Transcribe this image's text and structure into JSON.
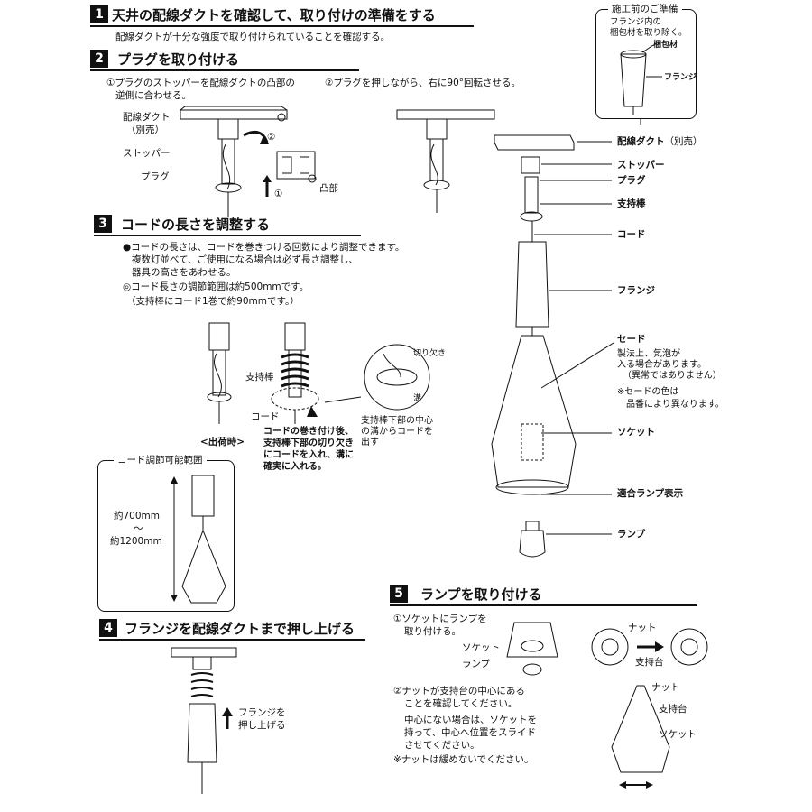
{
  "steps": {
    "s1": {
      "num": "1",
      "title": "天井の配線ダクトを確認して、取り付けの準備をする",
      "desc": "配線ダクトが十分な強度で取り付けられていることを確認する。"
    },
    "s2": {
      "num": "2",
      "title": "プラグを取り付ける",
      "instr1a": "①プラグのストッパーを配線ダクトの凸部の",
      "instr1b": "逆側に合わせる。",
      "instr2": "②プラグを押しながら、右に90°回転させる。",
      "lbl_duct": "配線ダクト",
      "lbl_bessho": "（別売）",
      "lbl_stopper": "ストッパー",
      "lbl_plug": "プラグ",
      "lbl_convex": "凸部",
      "mark1": "①",
      "mark2": "②"
    },
    "s3": {
      "num": "3",
      "title": "コードの長さを調整する",
      "b1": "●コードの長さは、コードを巻きつける回数により調整できます。",
      "b2": "複数灯並べて、ご使用になる場合は必ず長さ調整し、",
      "b3": "器具の高さをあわせる。",
      "b4": "◎コード長さの調節範囲は約500mmです。",
      "b5": "（支持棒にコード1巻で約90mmです。）",
      "lbl_rod": "支持棒",
      "lbl_cord": "コード",
      "lbl_ship": "<出荷時>",
      "lbl_notch": "切り欠き",
      "lbl_groove": "溝",
      "note1": "コードの巻き付け後、",
      "note2": "支持棒下部の切り欠き",
      "note3": "にコードを入れ、溝に",
      "note4": "確実に入れる。",
      "detail1": "支持棒下部の中心",
      "detail2": "の溝からコードを",
      "detail3": "出す",
      "range_title": "コード調節可能範囲",
      "range_min": "約700mm",
      "range_sep": "〜",
      "range_max": "約1200mm"
    },
    "s4": {
      "num": "4",
      "title": "フランジを配線ダクトまで押し上げる",
      "push1": "フランジを",
      "push2": "押し上げる"
    },
    "s5": {
      "num": "5",
      "title": "ランプを取り付ける",
      "i1a": "①ソケットにランプを",
      "i1b": "取り付ける。",
      "lbl_socket": "ソケット",
      "lbl_lamp": "ランプ",
      "i2a": "②ナットが支持台の中心にある",
      "i2b": "ことを確認してください。",
      "i3a": "中心にない場合は、ソケットを",
      "i3b": "持って、中心へ位置をスライド",
      "i3c": "させてください。",
      "i4": "※ナットは緩めないでください。",
      "lbl_nut": "ナット",
      "lbl_support": "支持台",
      "lbl_nut2": "ナット",
      "lbl_support2": "支持台",
      "lbl_socket2": "ソケット"
    }
  },
  "prep": {
    "title": "施工前のご準備",
    "l1": "フランジ内の",
    "l2": "梱包材を取り除く。",
    "packing": "梱包材",
    "flange": "フランジ"
  },
  "parts": {
    "duct": "配線ダクト",
    "duct_note": "（別売）",
    "stopper": "ストッパー",
    "plug": "プラグ",
    "rod": "支持棒",
    "cord": "コード",
    "flange": "フランジ",
    "shade": "セード",
    "shade_n1": "製法上、気泡が",
    "shade_n2": "入る場合があります。",
    "shade_n3": "（異常ではありません）",
    "shade_n4": "※セードの色は",
    "shade_n5": "品番により異なります。",
    "socket": "ソケット",
    "lamp_disp": "適合ランプ表示",
    "lamp": "ランプ"
  }
}
